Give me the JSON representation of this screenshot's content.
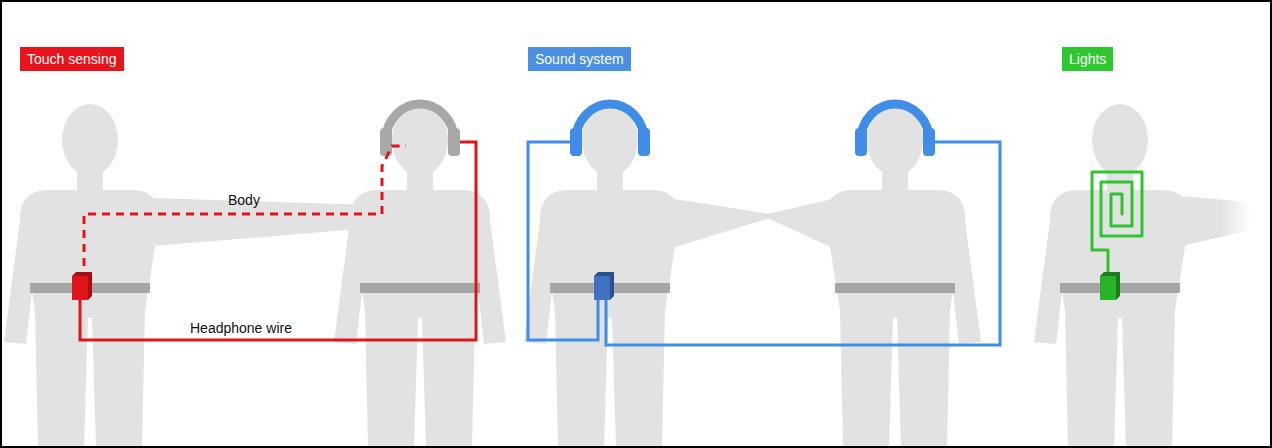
{
  "diagram": {
    "nodes": [
      {
        "text": [
          "Touch sensing"
        ]
      },
      {
        "text": [
          "Sound system"
        ]
      },
      {
        "text": [
          "Lights"
        ]
      }
    ],
    "labels": [
      "Body",
      "Headphone wire"
    ]
  }
}
